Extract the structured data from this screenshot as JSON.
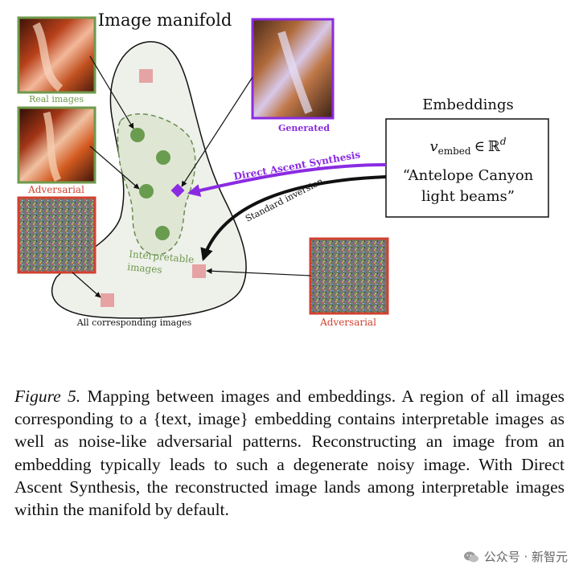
{
  "figure": {
    "title": "Image manifold",
    "real_images_label": "Real images",
    "adversarial_left_label": "Adversarial",
    "generated_label": "Generated",
    "embeddings_title": "Embeddings",
    "embed_var": "v",
    "embed_sub": "embed",
    "embed_in": "∈",
    "embed_set": "ℝ",
    "embed_sup": "d",
    "embed_text_line1": "“Antelope Canyon",
    "embed_text_line2": "light beams”",
    "das_label": "Direct Ascent Synthesis",
    "standard_label": "Standard inversion",
    "interpretable_line1": "Interpretable",
    "interpretable_line2": "images",
    "all_images_label": "All corresponding images",
    "adversarial_right_label": "Adversarial",
    "colors": {
      "green_frame": "#6e9a4c",
      "red_frame": "#d2402f",
      "purple": "#8a2be2",
      "green_dot": "#6a9c4f",
      "pink_square": "#e6a3a3",
      "manifold_fill": "#eef0ea"
    }
  },
  "caption": {
    "figure_label": "Figure 5.",
    "text": " Mapping between images and embeddings.  A region of all images corresponding to a {text, image} embedding contains interpretable images as well as noise-like adversarial patterns. Reconstructing an image from an embedding typically leads to such a degenerate noisy image. With Direct Ascent Synthesis, the reconstructed image lands among interpretable images within the manifold by default."
  },
  "watermark": {
    "text": "公众号 · 新智元",
    "icon": "wechat-icon"
  }
}
